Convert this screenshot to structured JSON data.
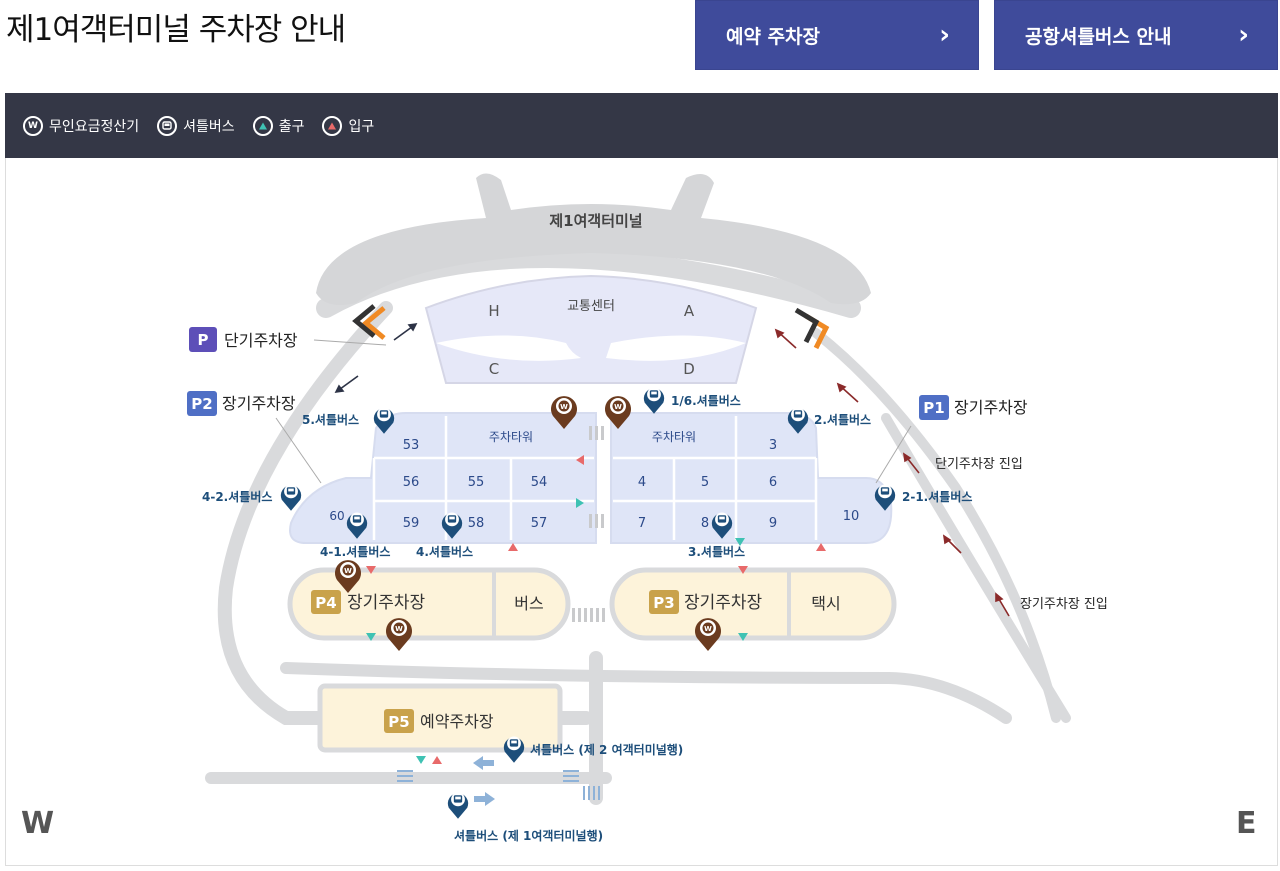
{
  "header": {
    "title": "제1여객터미널 주차장 안내",
    "btn_reservation": "예약 주차장",
    "btn_shuttle": "공항셔틀버스 안내"
  },
  "legend": {
    "payment": "무인요금정산기",
    "shuttle": "셔틀버스",
    "exit": "출구",
    "entry": "입구",
    "payment_glyph": "W"
  },
  "map": {
    "terminal": "제1여객터미널",
    "transport_center": "교통센터",
    "gates": [
      "H",
      "A",
      "C",
      "D"
    ],
    "short_term": "단기주차장",
    "p1": "P1",
    "p1_label": "장기주차장",
    "p2": "P2",
    "p2_label": "장기주차장",
    "p3": "P3",
    "p3_label": "장기주차장",
    "p4": "P4",
    "p4_label": "장기주차장",
    "p5": "P5",
    "p5_label": "예약주차장",
    "p_short": "P",
    "bus": "버스",
    "taxi": "택시",
    "tower": "주차타워",
    "zones_left": [
      "53",
      "56",
      "55",
      "54",
      "60",
      "59",
      "58",
      "57"
    ],
    "zones_right": [
      "3",
      "4",
      "5",
      "6",
      "7",
      "8",
      "9",
      "10"
    ],
    "short_entry": "단기주차장 진입",
    "long_entry": "장기주차장 진입",
    "shuttle_stops": {
      "s16": "1/6.셔틀버스",
      "s5": "5.셔틀버스",
      "s2": "2.셔틀버스",
      "s42": "4-2.셔틀버스",
      "s21": "2-1.셔틀버스",
      "s41": "4-1.셔틀버스",
      "s4": "4.셔틀버스",
      "s3": "3.셔틀버스",
      "t2": "셔틀버스 (제 2 여객터미널행)",
      "t1": "셔틀버스 (제 1여객터미널행)"
    },
    "compass_w": "W",
    "compass_e": "E"
  },
  "colors": {
    "header_btn": "#3f4b9b",
    "legend_bg": "#343746",
    "road": "#d9dadc",
    "blue_zone": "#dfe5f7",
    "yellow_zone": "#fdf3da",
    "payment": "#6b3b1f",
    "shuttle_pin": "#1d4e7a",
    "exit": "#3fc2b3",
    "entry": "#e86a6a"
  }
}
